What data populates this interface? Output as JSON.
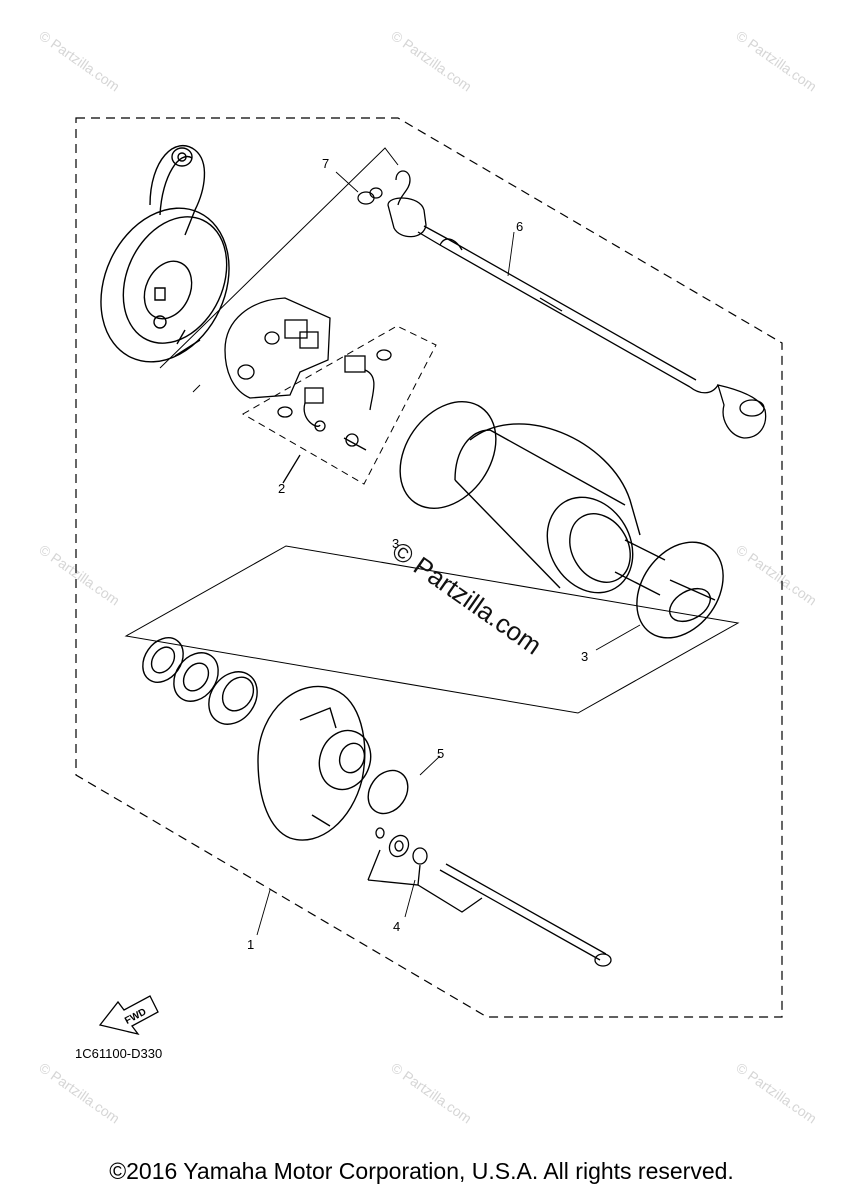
{
  "diagram": {
    "callouts": [
      "1",
      "2",
      "3",
      "3",
      "4",
      "5",
      "6",
      "7"
    ],
    "fwd_label": "FWD",
    "part_code": "1C61100-D330"
  },
  "watermark": {
    "small": "© Partzilla.com",
    "large": "© Partzilla.com"
  },
  "copyright": "©2016 Yamaha Motor Corporation, U.S.A. All rights reserved.",
  "colors": {
    "line": "#000000",
    "watermark": "#d6d6d6"
  }
}
